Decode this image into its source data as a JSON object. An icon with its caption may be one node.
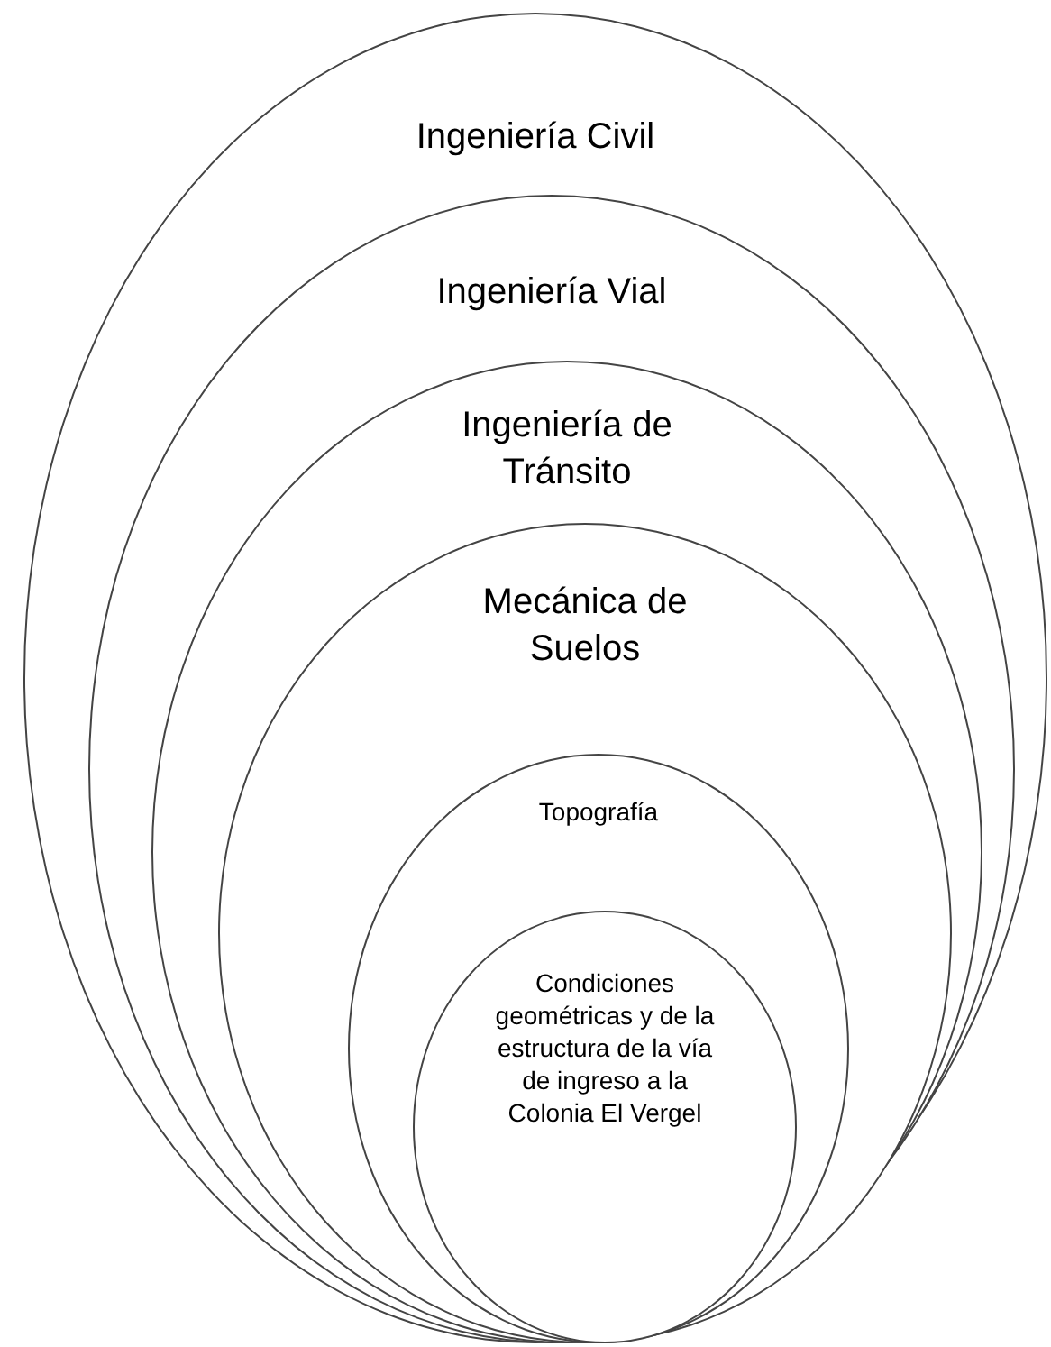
{
  "diagram": {
    "nodes": [
      {
        "text": [
          "Ingeniería Civil"
        ]
      },
      {
        "text": [
          "Ingeniería Vial"
        ],
        "in": 0
      },
      {
        "text": [
          "Ingeniería de Tránsito"
        ],
        "in": 1
      },
      {
        "text": [
          "Mecánica de Suelos"
        ],
        "in": 2
      },
      {
        "text": [
          "Topografía"
        ],
        "in": 3
      },
      {
        "text": [
          "Condiciones geométricas y de la estructura de la vía de ingreso a la Colonia El Vergel"
        ],
        "in": 4
      }
    ]
  }
}
